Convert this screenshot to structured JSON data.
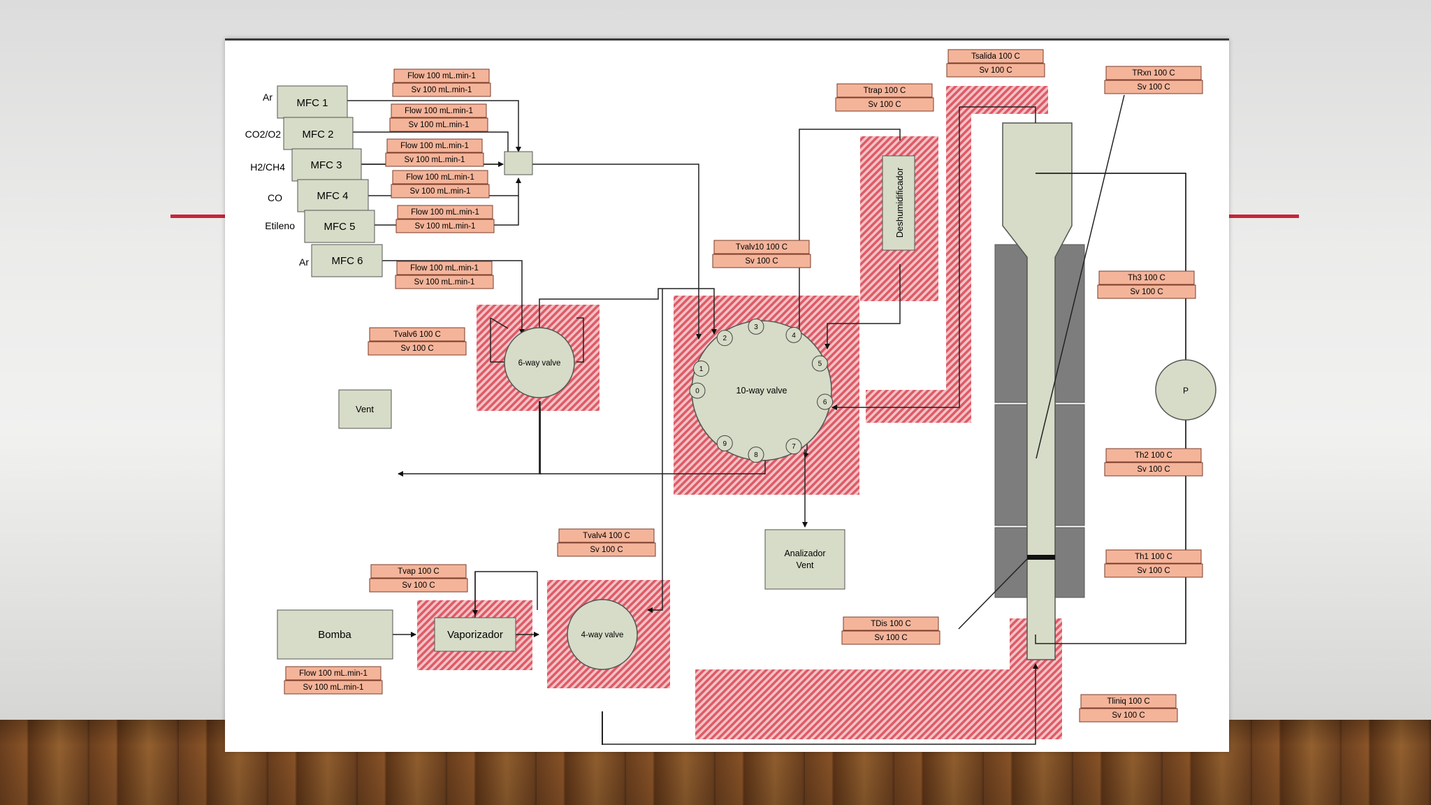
{
  "colors": {
    "box_fill": "#d6dcc7",
    "box_stroke": "#555555",
    "tag_fill": "#f4b49a",
    "tag_stroke": "#7a3b2a",
    "heated_red": "#e0656f",
    "accent": "#c8243a",
    "furnace": "#7d7d7d"
  },
  "gas_labels": [
    "Ar",
    "CO2/O2",
    "H2/CH4",
    "CO",
    "Etileno",
    "Ar"
  ],
  "mfc_labels": [
    "MFC 1",
    "MFC 2",
    "MFC 3",
    "MFC 4",
    "MFC 5",
    "MFC 6"
  ],
  "mfc_tags": [
    [
      "Flow 100 mL.min-1",
      "Sv 100 mL.min-1"
    ],
    [
      "Flow 100 mL.min-1",
      "Sv 100 mL.min-1"
    ],
    [
      "Flow 100 mL.min-1",
      "Sv 100 mL.min-1"
    ],
    [
      "Flow 100 mL.min-1",
      "Sv 100 mL.min-1"
    ],
    [
      "Flow 100 mL.min-1",
      "Sv 100 mL.min-1"
    ],
    [
      "Flow 100 mL.min-1",
      "Sv 100 mL.min-1"
    ]
  ],
  "valve6": {
    "label": "6-way valve",
    "tag": [
      "Tvalv6 100 C",
      "Sv 100 C"
    ]
  },
  "valve10": {
    "label": "10-way valve",
    "tag": [
      "Tvalv10 100 C",
      "Sv 100 C"
    ],
    "ports": [
      "0",
      "1",
      "2",
      "3",
      "4",
      "5",
      "6",
      "7",
      "8",
      "9"
    ]
  },
  "valve4": {
    "label": "4-way valve",
    "tag": [
      "Tvalv4 100 C",
      "Sv 100 C"
    ]
  },
  "vent_label": "Vent",
  "analyzer_label": [
    "Analizador",
    "Vent"
  ],
  "pump": {
    "label": "Bomba",
    "tag": [
      "Flow 100 mL.min-1",
      "Sv 100 mL.min-1"
    ]
  },
  "vaporizer": {
    "label": "Vaporizador",
    "tag": [
      "Tvap 100 C",
      "Sv 100 C"
    ]
  },
  "dehumidifier": {
    "label": "Deshumidificador",
    "tag": [
      "Ttrap 100 C",
      "Sv 100 C"
    ]
  },
  "outlet_tag": [
    "Tsalida 100 C",
    "Sv 100 C"
  ],
  "reactor_tags": {
    "trxn": [
      "TRxn 100 C",
      "Sv 100 C"
    ],
    "th3": [
      "Th3 100 C",
      "Sv 100 C"
    ],
    "th2": [
      "Th2 100 C",
      "Sv 100 C"
    ],
    "th1": [
      "Th1 100 C",
      "Sv 100 C"
    ],
    "tdis": [
      "TDis 100 C",
      "Sv 100 C"
    ],
    "tliniq": [
      "Tliniq 100 C",
      "Sv 100 C"
    ]
  },
  "pressure_label": "P"
}
